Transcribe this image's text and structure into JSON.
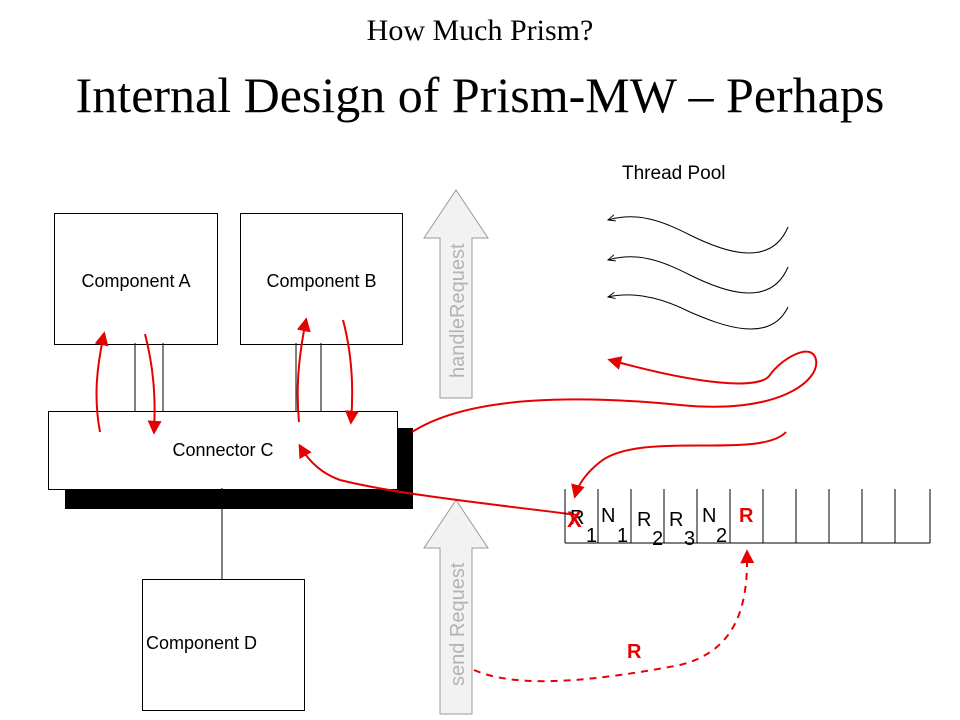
{
  "slide": {
    "subtitle": "How Much Prism?",
    "title": "Internal Design of Prism-MW – Perhaps"
  },
  "components": {
    "a": "Component A",
    "b": "Component B",
    "c": "Connector C",
    "d": "Component D"
  },
  "arrows": {
    "handle": "handleRequest",
    "send": "send Request"
  },
  "thread_pool": "Thread Pool",
  "queue": {
    "x_mark": "X",
    "cells": [
      {
        "letter": "R",
        "sub": "1"
      },
      {
        "letter": "N",
        "sub": "1"
      },
      {
        "letter": "R",
        "sub": "2"
      },
      {
        "letter": "R",
        "sub": "3"
      },
      {
        "letter": "N",
        "sub": "2"
      },
      {
        "letter": "R",
        "sub": ""
      }
    ]
  },
  "incoming_request": "R",
  "colors": {
    "accent": "#e60000",
    "arrow_fill": "#f2f2f2",
    "arrow_text": "#b3b3b3"
  }
}
